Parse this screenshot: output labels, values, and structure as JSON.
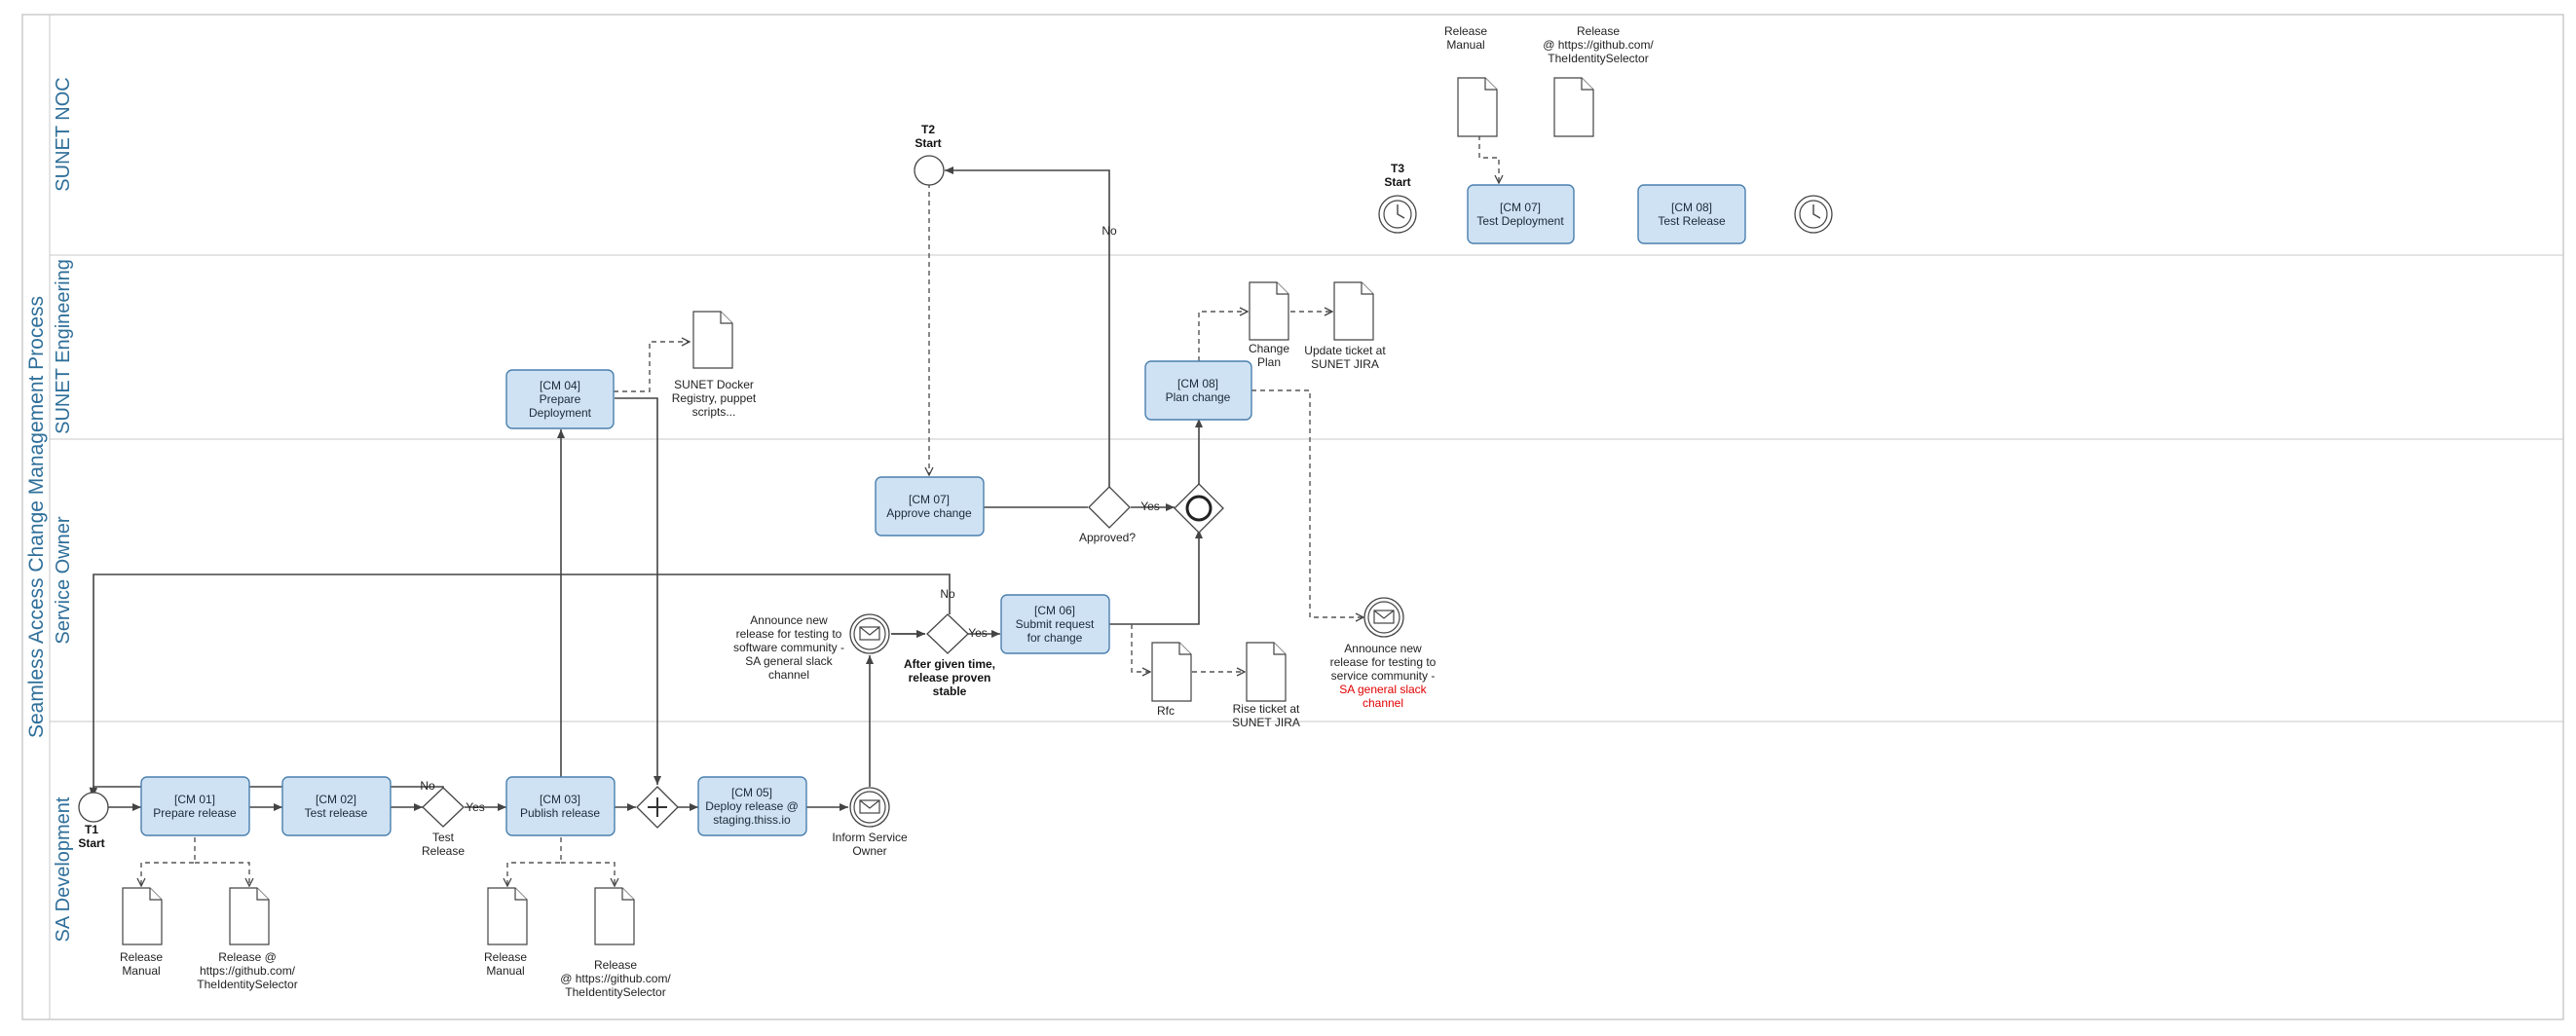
{
  "pool": {
    "title": "Seamless Access Change Management Process"
  },
  "lanes": {
    "noc": "SUNET NOC",
    "eng": "SUNET Engineering",
    "owner": "Service Owner",
    "dev": "SA Development"
  },
  "tasks": {
    "cm01": {
      "line1": "[CM 01]",
      "line2": "Prepare release"
    },
    "cm02": {
      "line1": "[CM 02]",
      "line2": "Test release"
    },
    "cm03": {
      "line1": "[CM 03]",
      "line2": "Publish release"
    },
    "cm04": {
      "line1": "[CM 04]",
      "line2": "Prepare",
      "line3": "Deployment"
    },
    "cm05": {
      "line1": "[CM 05]",
      "line2": "Deploy release @",
      "line3": "staging.thiss.io"
    },
    "cm06": {
      "line1": "[CM 06]",
      "line2": "Submit request",
      "line3": "for change"
    },
    "cm07a": {
      "line1": "[CM 07]",
      "line2": "Approve change"
    },
    "cm08a": {
      "line1": "[CM 08]",
      "line2": "Plan change"
    },
    "cm07b": {
      "line1": "[CM 07]",
      "line2": "Test Deployment"
    },
    "cm08b": {
      "line1": "[CM 08]",
      "line2": "Test Release"
    }
  },
  "events": {
    "t1": {
      "line1": "T1",
      "line2": "Start"
    },
    "t2": {
      "line1": "T2",
      "line2": "Start"
    },
    "t3": {
      "line1": "T3",
      "line2": "Start"
    },
    "inform": {
      "line1": "Inform Service",
      "line2": "Owner"
    },
    "announce_test": {
      "line1": "Announce new",
      "line2": "release for testing to",
      "line3": "software community -",
      "line4": "SA general slack",
      "line5": "channel"
    },
    "announce_service": {
      "line1": "Announce new",
      "line2": "release for testing to",
      "line3": "service community -",
      "line4": "SA general slack",
      "line5": "channel"
    }
  },
  "gateways": {
    "test_release": {
      "line1": "Test",
      "line2": "Release"
    },
    "after_time": {
      "line1": "After given time,",
      "line2": "release proven",
      "line3": "stable"
    },
    "approved": {
      "label": "Approved?"
    }
  },
  "flow_labels": {
    "no": "No",
    "yes": "Yes"
  },
  "documents": {
    "dev_manual1": {
      "line1": "Release",
      "line2": "Manual"
    },
    "dev_release1": {
      "line1": "Release @",
      "line2": "https://github.com/",
      "line3": "TheIdentitySelector"
    },
    "dev_manual2": {
      "line1": "Release",
      "line2": "Manual"
    },
    "dev_release2": {
      "line1": "Release",
      "line2": "@ https://github.com/",
      "line3": "TheIdentitySelector"
    },
    "docker": {
      "line1": "SUNET Docker",
      "line2": "Registry, puppet",
      "line3": "scripts..."
    },
    "change_plan": {
      "line1": "Change",
      "line2": "Plan"
    },
    "update_ticket": {
      "line1": "Update ticket at",
      "line2": "SUNET JIRA"
    },
    "rfc": {
      "label": "Rfc"
    },
    "rise_ticket": {
      "line1": "Rise ticket at",
      "line2": "SUNET JIRA"
    },
    "noc_manual": {
      "line1": "Release",
      "line2": "Manual"
    },
    "noc_release": {
      "line1": "Release",
      "line2": "@ https://github.com/",
      "line3": "TheIdentitySelector"
    }
  }
}
